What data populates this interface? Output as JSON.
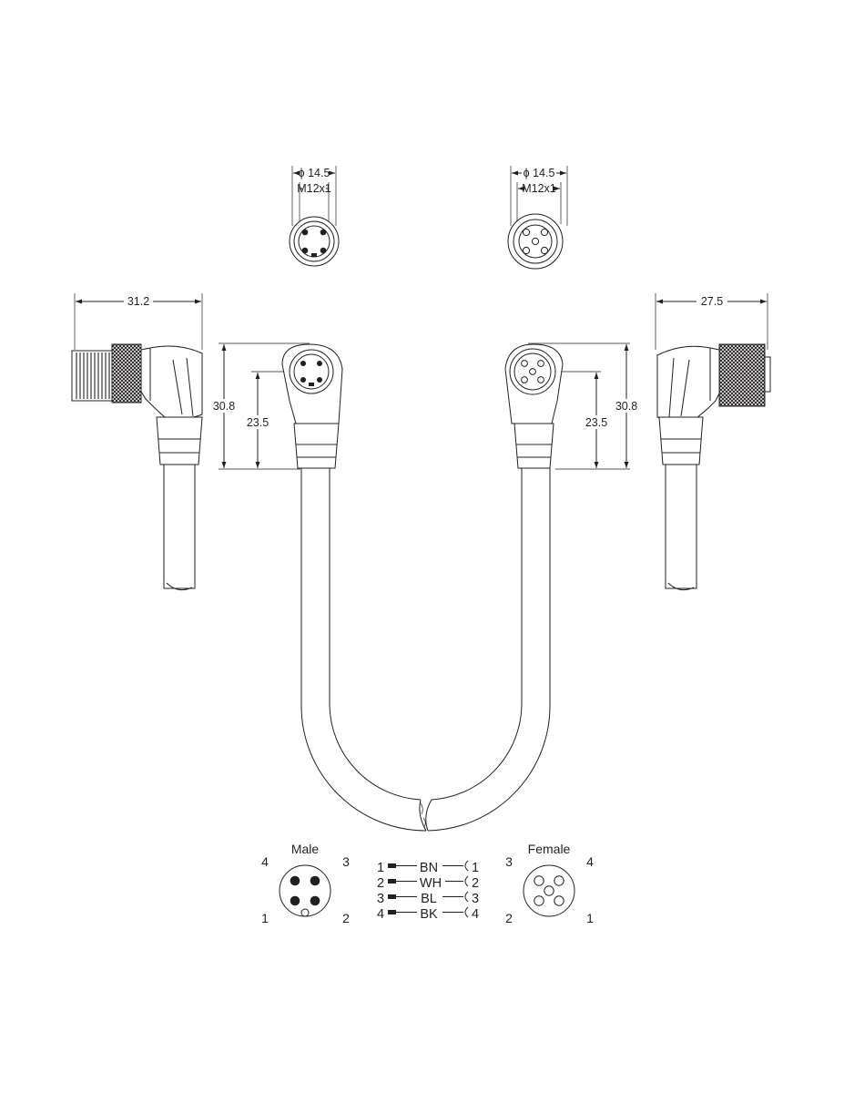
{
  "front_views": {
    "left": {
      "diameter": "ϕ 14.5",
      "thread": "M12x1"
    },
    "right": {
      "diameter": "ϕ 14.5",
      "thread": "M12x1"
    }
  },
  "dimensions": {
    "male_length": "31.2",
    "female_length": "27.5",
    "male_height": "30.8",
    "male_axis_height": "23.5",
    "female_height": "30.8",
    "female_axis_height": "23.5"
  },
  "pinout": {
    "male": {
      "title": "Male",
      "pin_4": "4",
      "pin_3": "3",
      "pin_1": "1",
      "pin_2": "2"
    },
    "female": {
      "title": "Female",
      "pin_3": "3",
      "pin_4": "4",
      "pin_2": "2",
      "pin_1": "1"
    }
  },
  "wiring": [
    {
      "from": "1",
      "color": "BN",
      "to": "1"
    },
    {
      "from": "2",
      "color": "WH",
      "to": "2"
    },
    {
      "from": "3",
      "color": "BL",
      "to": "3"
    },
    {
      "from": "4",
      "color": "BK",
      "to": "4"
    }
  ]
}
